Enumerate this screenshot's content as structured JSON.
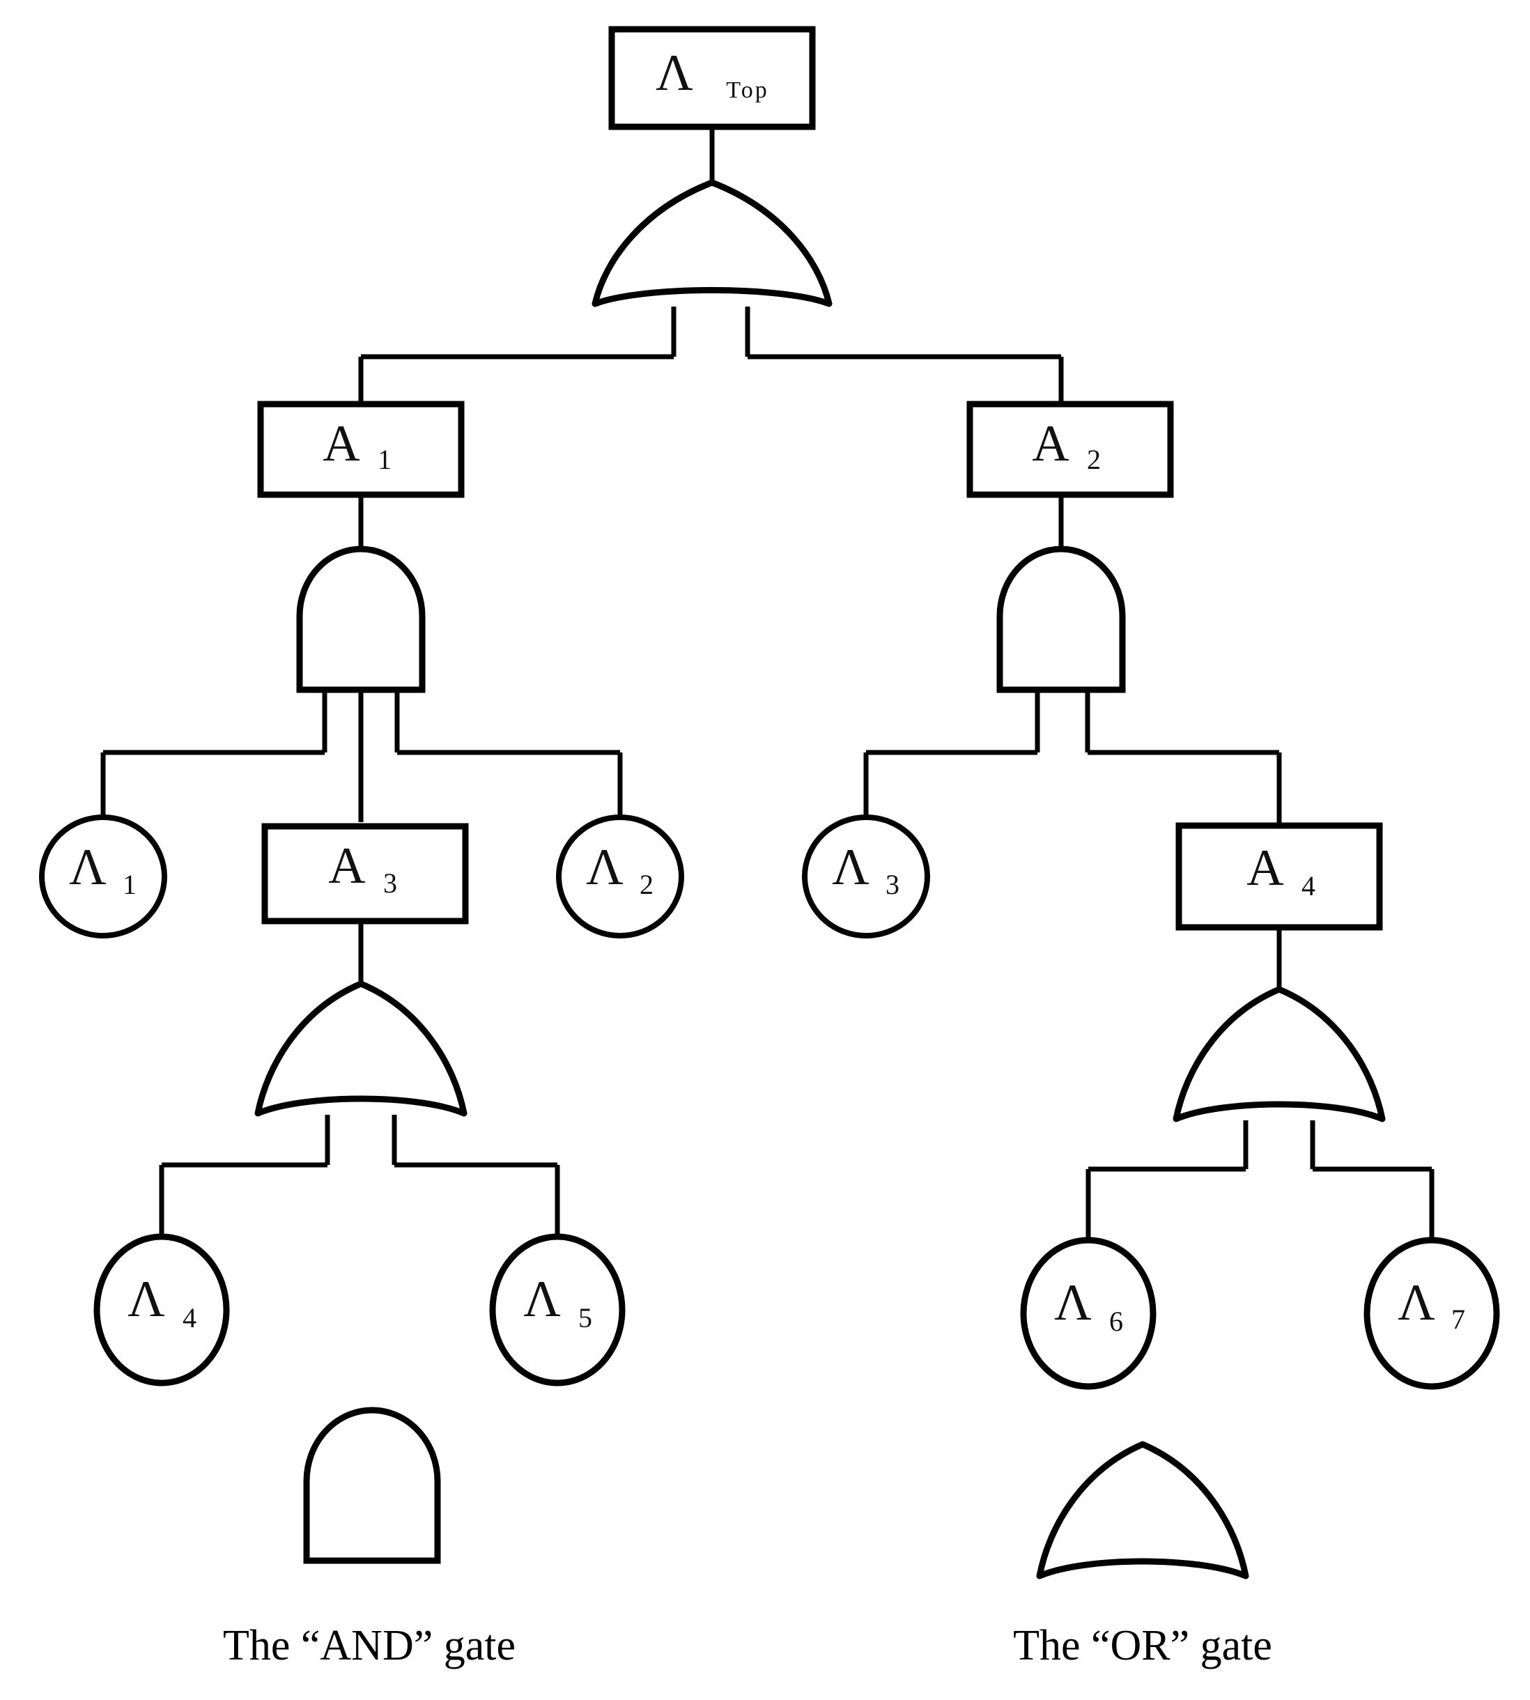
{
  "diagram": {
    "title_symbol": "Λ",
    "type": "fault-tree",
    "background_color": "#ffffff",
    "line_color": "#000000"
  },
  "nodes": {
    "top_event": {
      "symbol": "Λ",
      "subscript": "Top",
      "shape": "rectangle"
    },
    "intermediate": [
      {
        "id": "A1",
        "symbol": "A",
        "subscript": "1",
        "shape": "rectangle"
      },
      {
        "id": "A2",
        "symbol": "A",
        "subscript": "2",
        "shape": "rectangle"
      },
      {
        "id": "A3",
        "symbol": "A",
        "subscript": "3",
        "shape": "rectangle"
      },
      {
        "id": "A4",
        "symbol": "A",
        "subscript": "4",
        "shape": "rectangle"
      }
    ],
    "basic_events": [
      {
        "id": "L1",
        "symbol": "Λ",
        "subscript": "1",
        "shape": "circle"
      },
      {
        "id": "L2",
        "symbol": "Λ",
        "subscript": "2",
        "shape": "circle"
      },
      {
        "id": "L3",
        "symbol": "Λ",
        "subscript": "3",
        "shape": "circle"
      },
      {
        "id": "L4",
        "symbol": "Λ",
        "subscript": "4",
        "shape": "circle"
      },
      {
        "id": "L5",
        "symbol": "Λ",
        "subscript": "5",
        "shape": "circle"
      },
      {
        "id": "L6",
        "symbol": "Λ",
        "subscript": "6",
        "shape": "circle"
      },
      {
        "id": "L7",
        "symbol": "Λ",
        "subscript": "7",
        "shape": "circle"
      }
    ]
  },
  "gates": [
    {
      "id": "G-top",
      "type": "OR",
      "parent": "top_event",
      "children": [
        "A1",
        "A2"
      ]
    },
    {
      "id": "G-A1",
      "type": "AND",
      "parent": "A1",
      "children": [
        "L1",
        "A3",
        "L2"
      ]
    },
    {
      "id": "G-A2",
      "type": "AND",
      "parent": "A2",
      "children": [
        "L3",
        "A4"
      ]
    },
    {
      "id": "G-A3",
      "type": "OR",
      "parent": "A3",
      "children": [
        "L4",
        "L5"
      ]
    },
    {
      "id": "G-A4",
      "type": "OR",
      "parent": "A4",
      "children": [
        "L6",
        "L7"
      ]
    }
  ],
  "legend": {
    "and": {
      "prefix": "The",
      "open_quote": "“",
      "name": "AND",
      "close_quote": "”",
      "suffix": "gate",
      "full_text": "The “AND” gate"
    },
    "or": {
      "prefix": "The",
      "open_quote": "“",
      "name": "OR",
      "close_quote": "”",
      "suffix": "gate",
      "full_text": "The “OR” gate"
    }
  }
}
